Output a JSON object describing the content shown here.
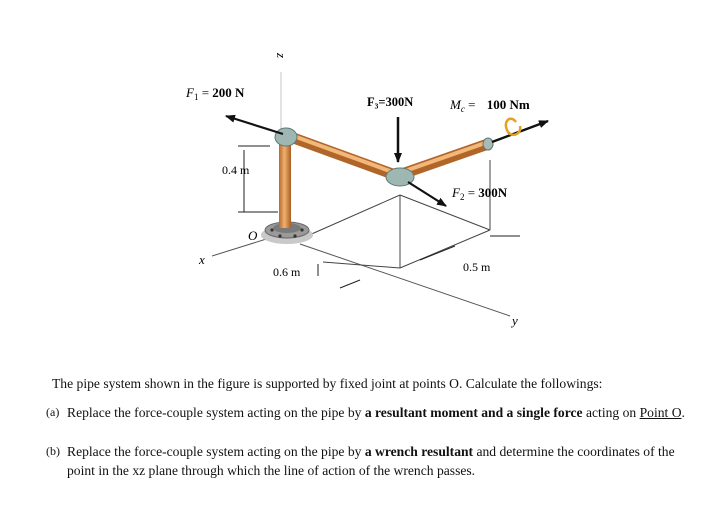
{
  "figure": {
    "z_axis": "z",
    "x_axis": "x",
    "y_axis": "y",
    "origin": "O",
    "f1": "200 N",
    "f3": "F₃=300N",
    "moment": "100 Nm",
    "f2": "300N",
    "dim_vertical": "0.4 m",
    "dim_x": "0.6 m",
    "dim_y": "0.5 m"
  },
  "problem": {
    "intro": "The pipe system shown in the figure is supported by fixed joint at points O. Calculate the followings:",
    "a": {
      "tag": "(a)",
      "pre": "Replace the force-couple system acting on the pipe by ",
      "bold": "a resultant moment and a single force",
      "mid": " acting on ",
      "underlined": "Point O",
      "post": "."
    },
    "b": {
      "tag": "(b)",
      "pre": "Replace the force-couple system acting on the pipe by ",
      "bold": "a wrench resultant",
      "post": " and determine the coordinates of the point in the xz plane through which the line of action of the wrench passes."
    }
  }
}
